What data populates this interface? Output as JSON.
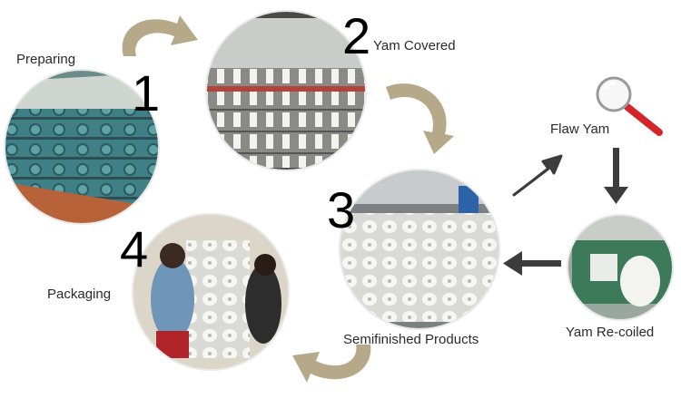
{
  "steps": {
    "preparing": {
      "number": "1",
      "label": "Preparing"
    },
    "covered": {
      "number": "2",
      "label": "Yam Covered"
    },
    "semifinished": {
      "number": "3",
      "label": "Semifinished Products"
    },
    "packaging": {
      "number": "4",
      "label": "Packaging"
    },
    "flaw": {
      "label": "Flaw Yam"
    },
    "recoiled": {
      "label": "Yam Re-coiled"
    }
  },
  "colors": {
    "curved_arrow": "#b5a98a",
    "dark_arrow": "#3c3c3c",
    "magnifier_handle": "#d4262a",
    "factory_teal": "#4f8f93",
    "spool_white": "#f2f2ee"
  }
}
